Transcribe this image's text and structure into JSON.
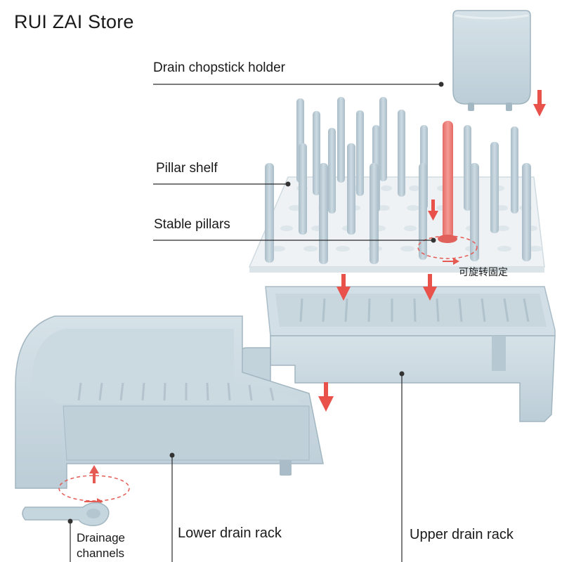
{
  "store_name": "RUI ZAI Store",
  "labels": {
    "chopstick_holder": "Drain chopstick holder",
    "pillar_shelf": "Pillar shelf",
    "stable_pillars": "Stable pillars",
    "rotate_note": "可旋转固定",
    "drainage_channels": "Drainage channels",
    "lower_rack": "Lower drain rack",
    "upper_rack": "Upper drain rack"
  },
  "colors": {
    "plastic": "#c9d8e0",
    "plastic_dark": "#a9bcc7",
    "shelf": "#eef2f4",
    "accent": "#ee5a52",
    "line": "#2a2a2a"
  }
}
